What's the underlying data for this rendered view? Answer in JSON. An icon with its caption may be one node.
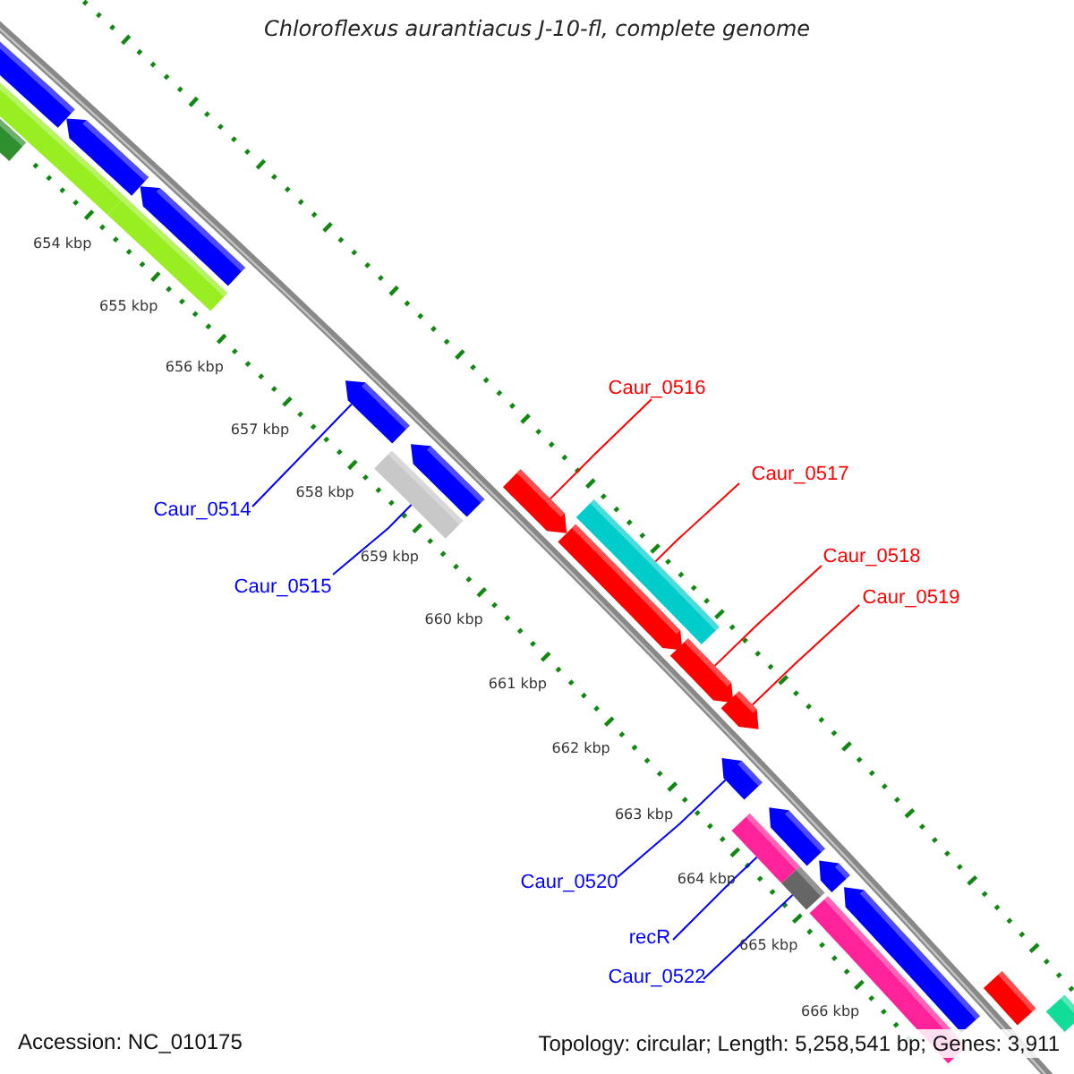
{
  "diagram": {
    "title": "Chloroflexus aurantiacus J-10-fl, complete genome",
    "nodes": [
      {
        "text": [],
        "shape": "bar"
      },
      {
        "text": [],
        "shape": "bar"
      },
      {
        "text": [],
        "shape": "bar"
      },
      {
        "text": [],
        "shape": "bar"
      },
      {
        "text": [],
        "shape": "bar"
      },
      {
        "text": [],
        "shape": "bar"
      },
      {
        "text": [],
        "shape": "bar"
      },
      {
        "text": [],
        "shape": "bar"
      },
      {
        "text": [],
        "shape": "bar"
      },
      {
        "text": [],
        "shape": "bar"
      },
      {
        "text": [],
        "shape": "bar"
      },
      {
        "text": [],
        "shape": "bar"
      },
      {
        "text": [],
        "shape": "bar"
      },
      {
        "text": [],
        "shape": "bar"
      },
      {
        "text": [],
        "shape": "bar"
      },
      {
        "text": [],
        "shape": "bar"
      },
      {
        "text": [],
        "shape": "bar"
      },
      {
        "text": [],
        "shape": "bar"
      },
      {
        "text": [],
        "shape": "bar"
      },
      {
        "text": [],
        "shape": "bar"
      },
      {
        "text": [],
        "shape": "bar"
      },
      {
        "text": [],
        "shape": "bar"
      },
      {
        "text": [],
        "shape": "bar"
      },
      {
        "text": [
          "Caur_0514"
        ]
      },
      {
        "text": [
          "Caur_0515"
        ]
      },
      {
        "text": [
          "Caur_0516"
        ]
      },
      {
        "text": [
          "Caur_0517"
        ]
      },
      {
        "text": [
          "Caur_0518"
        ]
      },
      {
        "text": [
          "Caur_0519"
        ]
      },
      {
        "text": [
          "Caur_0520"
        ]
      },
      {
        "text": [
          "recR"
        ]
      },
      {
        "text": [
          "Caur_0522"
        ]
      }
    ],
    "edges": [
      {
        "from": 23,
        "to": 6,
        "arrow": "none"
      },
      {
        "from": 24,
        "to": 8,
        "arrow": "none"
      },
      {
        "from": 25,
        "to": 9,
        "arrow": "none",
        "color": "#ff0000"
      },
      {
        "from": 26,
        "to": 10,
        "arrow": "none",
        "color": "#ff0000"
      },
      {
        "from": 27,
        "to": 12,
        "arrow": "none",
        "color": "#ff0000"
      },
      {
        "from": 28,
        "to": 13,
        "arrow": "none",
        "color": "#ff0000"
      },
      {
        "from": 29,
        "to": 14,
        "arrow": "none"
      },
      {
        "from": 30,
        "to": 16,
        "arrow": "none"
      },
      {
        "from": 31,
        "to": 18,
        "arrow": "none"
      }
    ],
    "labels": [
      "654 kbp",
      "655 kbp",
      "656 kbp",
      "657 kbp",
      "658 kbp",
      "659 kbp",
      "660 kbp",
      "661 kbp",
      "662 kbp",
      "663 kbp",
      "664 kbp",
      "665 kbp",
      "666 kbp",
      "Accession: NC_010175",
      "Topology: circular; Length: 5,258,541 bp; Genes: 3,911"
    ]
  }
}
